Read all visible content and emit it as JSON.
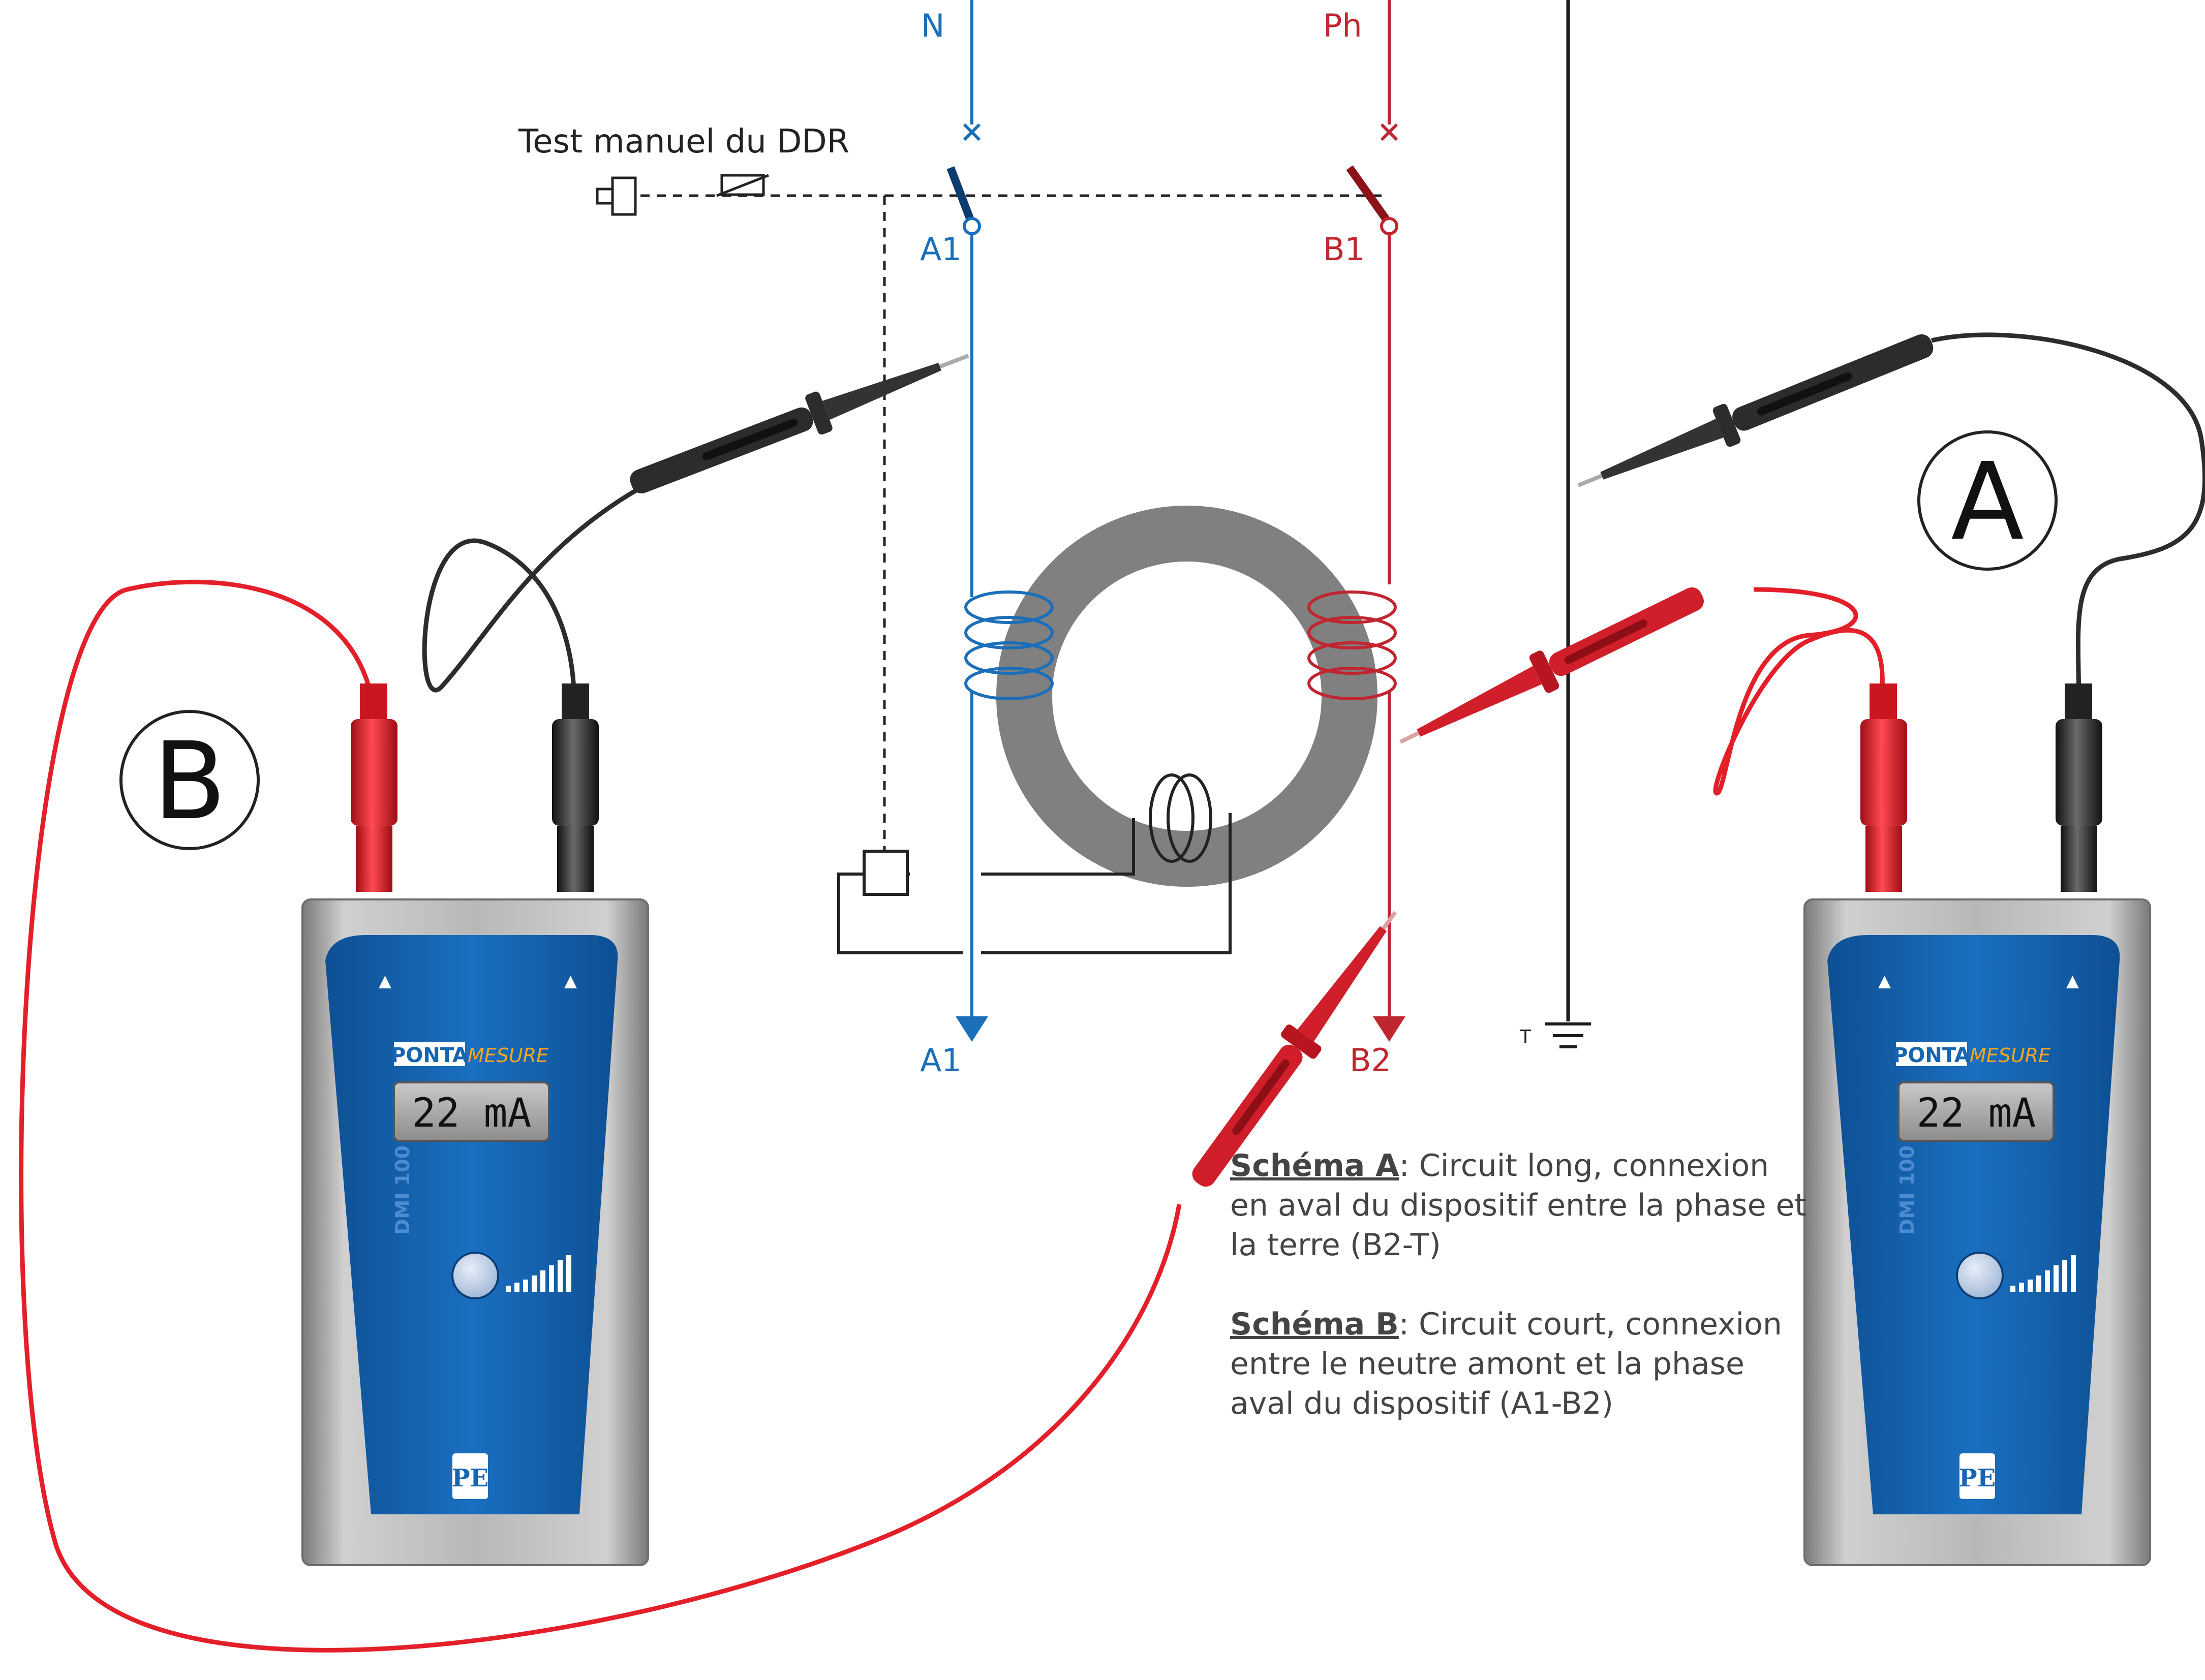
{
  "colors": {
    "neutral": "#1a6fb8",
    "phase": "#c0262f",
    "probe_red": "#e3202a",
    "probe_black": "#2c2c2c",
    "torus": "#808080",
    "meter_blue": "#1565b0",
    "meter_grey": "#9a9a9a",
    "text": "#444444"
  },
  "labels": {
    "N": "N",
    "Ph": "Ph",
    "A1_top": "A1",
    "B1": "B1",
    "A1_bottom": "A1",
    "B2": "B2",
    "T": "T",
    "test_manuel": "Test manuel du DDR",
    "circle_A": "A",
    "circle_B": "B"
  },
  "meters": [
    {
      "brand_left": "PONTA",
      "brand_right": "MESURE",
      "reading": "22 mA",
      "model": "DMI 100",
      "logo": "PE"
    },
    {
      "brand_left": "PONTA",
      "brand_right": "MESURE",
      "reading": "22 mA",
      "model": "DMI 100",
      "logo": "PE"
    }
  ],
  "caption": {
    "a_title": "Schéma A",
    "a_text": ": Circuit long, connexion en aval du dispositif entre la phase et la terre (B2-T)",
    "b_title": "Schéma B",
    "b_text": ": Circuit court, connexion entre le neutre amont et la phase aval du dispositif (A1-B2)"
  },
  "icons": [
    "switch-icon",
    "test-button-icon",
    "coil-icon",
    "ground-icon",
    "probe-icon",
    "meter-button-icon",
    "signal-bars-icon",
    "logo-icon"
  ]
}
